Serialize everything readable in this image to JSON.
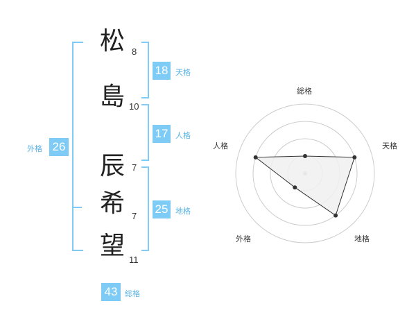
{
  "name_chars": [
    {
      "char": "松",
      "strokes": "8"
    },
    {
      "char": "島",
      "strokes": "10"
    },
    {
      "char": "辰",
      "strokes": "7"
    },
    {
      "char": "希",
      "strokes": "7"
    },
    {
      "char": "望",
      "strokes": "11"
    }
  ],
  "tenkaku": {
    "value": "18",
    "label": "天格"
  },
  "jinkaku": {
    "value": "17",
    "label": "人格"
  },
  "chikaku": {
    "value": "25",
    "label": "地格"
  },
  "gaikaku": {
    "value": "26",
    "label": "外格"
  },
  "soukaku": {
    "value": "43",
    "label": "総格"
  },
  "colors": {
    "accent": "#7ecbf5",
    "accent_text": "#5ab4e6",
    "ring": "#cccccc",
    "fill": "#f0f0f0"
  },
  "chart_data": {
    "type": "radar",
    "axes": [
      "総格",
      "天格",
      "地格",
      "外格",
      "人格"
    ],
    "values": [
      1,
      3,
      3,
      1,
      3
    ],
    "max": 4
  }
}
